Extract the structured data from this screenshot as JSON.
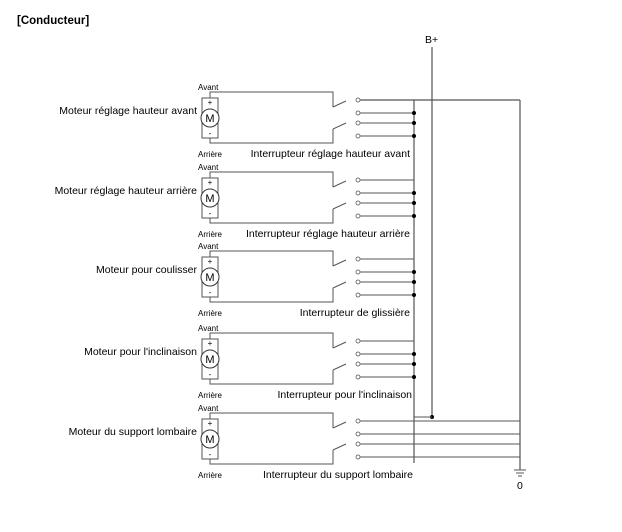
{
  "diagram": {
    "title": "[Conducteur]",
    "supply_label": "B+",
    "ground_label": "0",
    "motor_letter": "M",
    "plus_sign": "+",
    "minus_sign": "-",
    "forward_label": "Avant",
    "backward_label": "Arrière",
    "circuits": [
      {
        "motor_label": "Moteur réglage hauteur avant",
        "switch_label": "Interrupteur réglage hauteur avant"
      },
      {
        "motor_label": "Moteur réglage hauteur arrière",
        "switch_label": "Interrupteur réglage hauteur arrière"
      },
      {
        "motor_label": "Moteur pour coulisser",
        "switch_label": "Interrupteur de glissière"
      },
      {
        "motor_label": "Moteur pour l'inclinaison",
        "switch_label": "Interrupteur pour l'inclinaison"
      },
      {
        "motor_label": "Moteur du support lombaire",
        "switch_label": "Interrupteur du support lombaire"
      }
    ]
  }
}
